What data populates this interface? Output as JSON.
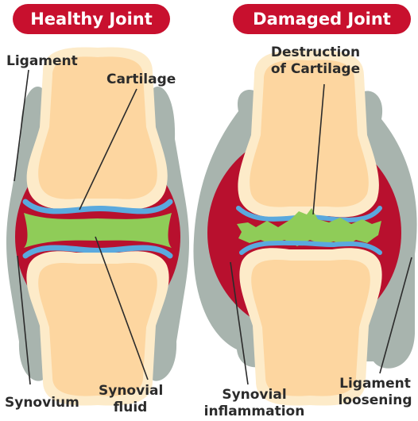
{
  "headings": {
    "healthy": "Healthy Joint",
    "damaged": "Damaged Joint"
  },
  "labels": {
    "ligament": "Ligament",
    "cartilage": "Cartilage",
    "synovium": "Synovium",
    "synovial_fluid": [
      "Synovial",
      "fluid"
    ],
    "destruction_of_cartilage": [
      "Destruction",
      "of Cartilage"
    ],
    "synovial_inflammation": [
      "Synovial",
      "inflammation"
    ],
    "ligament_loosening": [
      "Ligament",
      "loosening"
    ]
  },
  "colors": {
    "heading_bg": "#c8102e",
    "heading_text": "#ffffff",
    "bone": "#fdd6a0",
    "bone_outline": "#fdebc9",
    "cartilage": "#5aa9de",
    "synovial_fluid": "#8fcc58",
    "synovium": "#b8102e",
    "ligament": "#a8b4ae",
    "text": "#2b2b2b"
  }
}
